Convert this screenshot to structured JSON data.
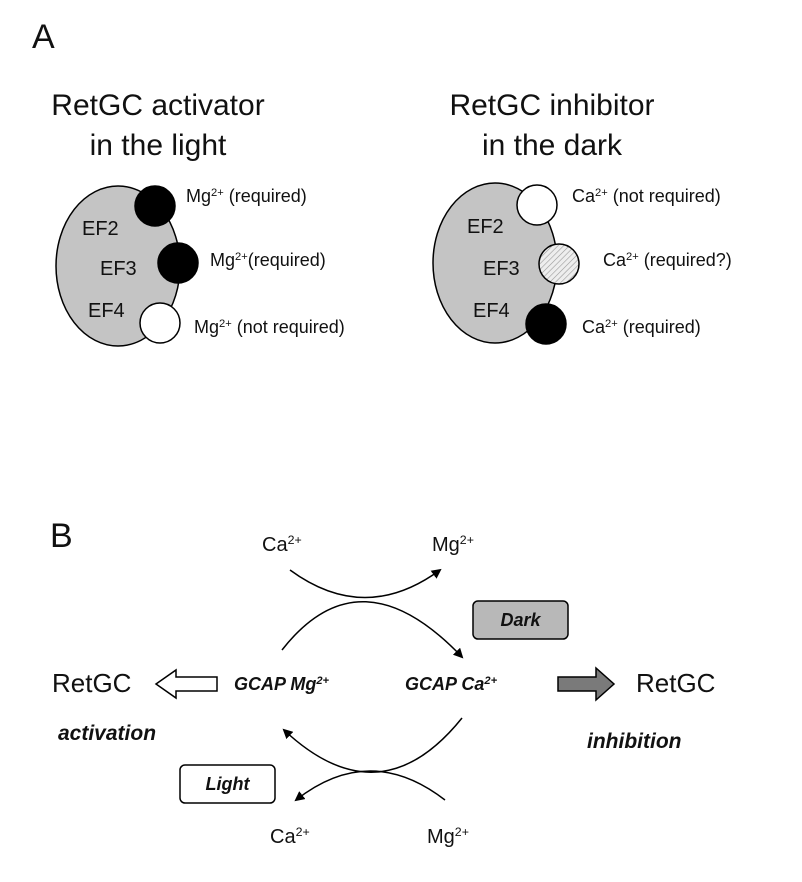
{
  "panel_a": {
    "letter": "A",
    "left": {
      "title_line1": "RetGC activator",
      "title_line2": "in the light",
      "ef2": "EF2",
      "ef3": "EF3",
      "ef4": "EF4",
      "site_ef2": {
        "ion": "Mg",
        "charge": "2+",
        "note": " (required)"
      },
      "site_ef3": {
        "ion": "Mg",
        "charge": "2+",
        "note": "(required)"
      },
      "site_ef4": {
        "ion": "Mg",
        "charge": "2+",
        "note": " (not required)"
      }
    },
    "right": {
      "title_line1": "RetGC inhibitor",
      "title_line2": "in the dark",
      "ef2": "EF2",
      "ef3": "EF3",
      "ef4": "EF4",
      "site_ef2": {
        "ion": "Ca",
        "charge": "2+",
        "note": " (not required)"
      },
      "site_ef3": {
        "ion": "Ca",
        "charge": "2+",
        "note": " (required?)"
      },
      "site_ef4": {
        "ion": "Ca",
        "charge": "2+",
        "note": " (required)"
      }
    }
  },
  "panel_b": {
    "letter": "B",
    "top_left_ion": {
      "ion": "Ca",
      "charge": "2+"
    },
    "top_right_ion": {
      "ion": "Mg",
      "charge": "2+"
    },
    "bottom_left_ion": {
      "ion": "Ca",
      "charge": "2+"
    },
    "bottom_right_ion": {
      "ion": "Mg",
      "charge": "2+"
    },
    "dark_label": "Dark",
    "light_label": "Light",
    "gcap_mg": {
      "text": "GCAP Mg",
      "charge": "2+"
    },
    "gcap_ca": {
      "text": "GCAP Ca",
      "charge": "2+"
    },
    "retgc_left": "RetGC",
    "retgc_right": "RetGC",
    "activation": "activation",
    "inhibition": "inhibition"
  },
  "colors": {
    "protein_fill": "#c4c4c4",
    "ion_bound": "#000000",
    "ion_unbound": "#ffffff",
    "ion_partial": "#d8d8d8",
    "dark_box": "#b8b8b8",
    "inhibition_arrow": "#7a7a7a"
  }
}
